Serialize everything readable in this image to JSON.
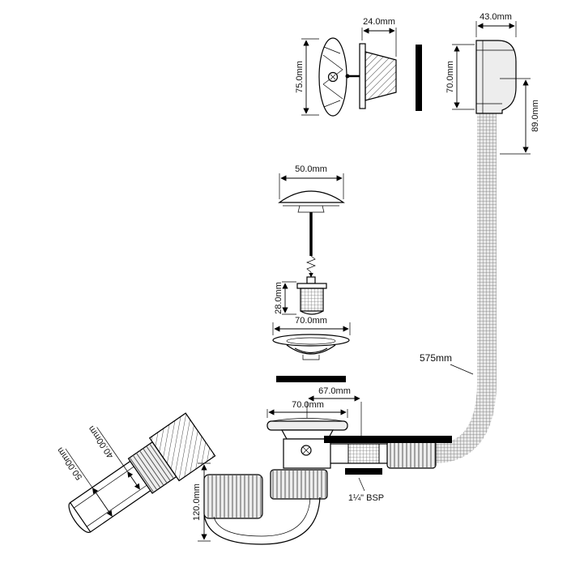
{
  "drawing": {
    "subject": "Bath waste, overflow and trap assembly technical drawing",
    "line_color": "#000000",
    "background": "#ffffff"
  },
  "dimensions": {
    "overflow_screw_plate_width": "24.0mm",
    "overflow_body_depth": "43.0mm",
    "overflow_plate_diameter": "75.0mm",
    "overflow_body_height": "70.0mm",
    "overflow_hose_drop": "89.0mm",
    "plug_diameter": "50.0mm",
    "filter_height": "28.0mm",
    "strainer_diameter": "70.0mm",
    "hose_length": "575mm",
    "waste_offset": "67.0mm",
    "waste_flange_diameter": "70.0mm",
    "thread_size": "1¼\" BSP",
    "trap_depth": "120.0mm",
    "outlet_bore": "40.00mm",
    "outlet_diameter": "50.00mm"
  }
}
